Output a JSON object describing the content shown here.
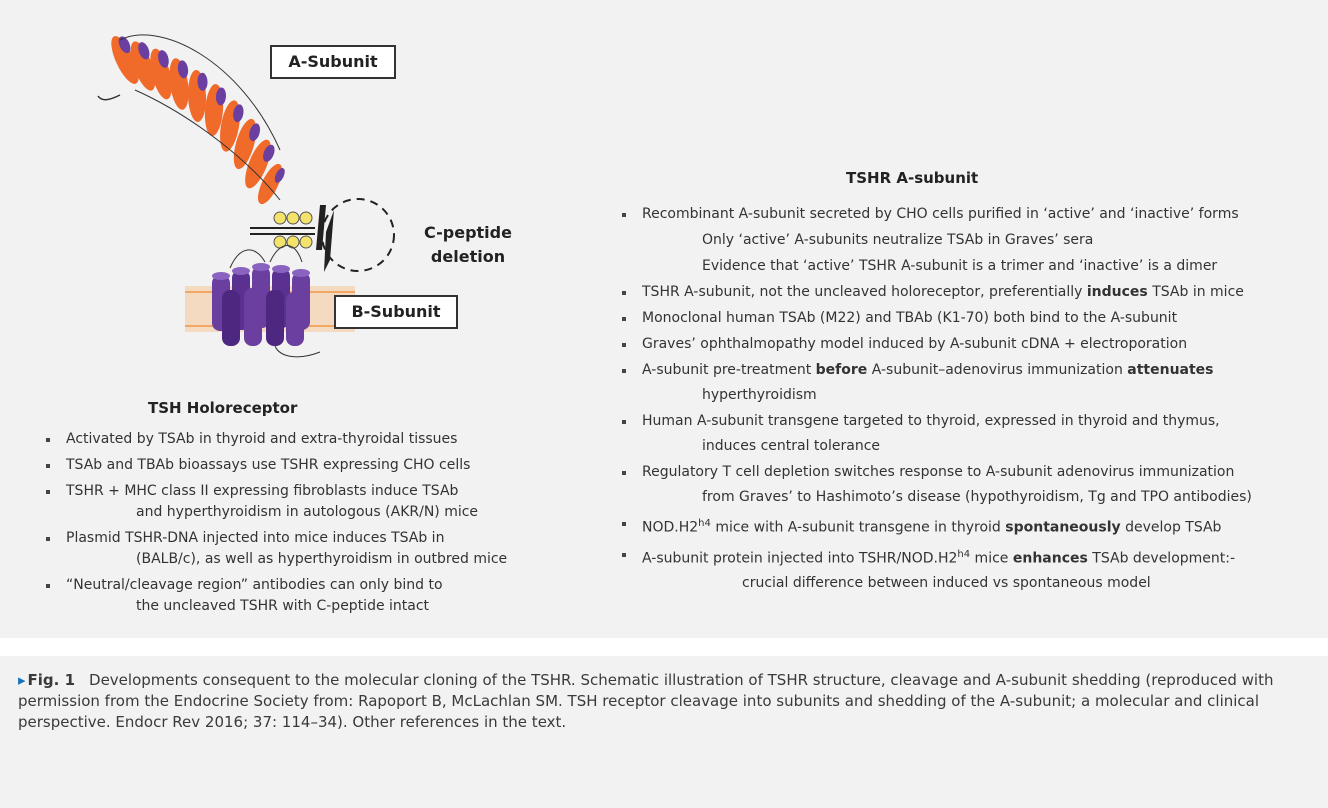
{
  "schematic": {
    "a_subunit_label": "A-Subunit",
    "b_subunit_label": "B-Subunit",
    "c_peptide_label_1": "C-peptide",
    "c_peptide_label_2": "deletion",
    "colors": {
      "helix_orange": "#f06a2a",
      "helix_purple": "#6a3fa0",
      "yellow_ring": "#f3e36b",
      "membrane": "#f7c79a"
    }
  },
  "holoreceptor": {
    "title": "TSH Holoreceptor",
    "items": [
      {
        "lines": [
          "Activated by TSAb in thyroid and extra-thyroidal tissues"
        ]
      },
      {
        "lines": [
          "TSAb and TBAb bioassays use TSHR expressing CHO cells"
        ]
      },
      {
        "lines": [
          "TSHR + MHC class II expressing fibroblasts induce TSAb",
          "and hyperthyroidism in autologous (AKR/N) mice"
        ]
      },
      {
        "lines": [
          "Plasmid TSHR-DNA injected into mice induces TSAb in",
          "(BALB/c), as well as hyperthyroidism in outbred mice"
        ]
      },
      {
        "lines": [
          "“Neutral/cleavage region” antibodies can only bind to",
          "the uncleaved TSHR with C-peptide intact"
        ]
      }
    ]
  },
  "a_subunit_section": {
    "title": "TSHR A-subunit",
    "items": {
      "i1": {
        "l1": "Recombinant A-subunit secreted by CHO cells purified in ‘active’ and ‘inactive’ forms",
        "l2": "Only ‘active’ A-subunits neutralize TSAb in Graves’ sera",
        "l3": "Evidence that ‘active’ TSHR A-subunit is a trimer and ‘inactive’ is a dimer"
      },
      "i2": {
        "pre": "TSHR A-subunit, not the uncleaved holoreceptor, preferentially ",
        "bold": "induces",
        "post": " TSAb in mice"
      },
      "i3": "Monoclonal human TSAb (M22) and TBAb (K1-70) both bind to the A-subunit",
      "i4": "Graves’ ophthalmopathy model induced by A-subunit cDNA + electroporation",
      "i5": {
        "pre": "A-subunit pre-treatment ",
        "bold1": "before",
        "mid": " A-subunit–adenovirus immunization ",
        "bold2": "attenuates",
        "l2": "hyperthyroidism"
      },
      "i6": {
        "l1": "Human A-subunit transgene targeted to thyroid, expressed in thyroid and thymus,",
        "l2": "induces central tolerance"
      },
      "i7": {
        "l1": "Regulatory T cell depletion switches response to A-subunit adenovirus immunization",
        "l2": "from Graves’ to Hashimoto’s disease (hypothyroidism, Tg and TPO antibodies)"
      },
      "i8": {
        "pre": "NOD.H2",
        "sup": "h4",
        "mid": " mice with A-subunit transgene in thyroid ",
        "bold": "spontaneously",
        "post": " develop TSAb"
      },
      "i9": {
        "pre": "A-subunit protein injected into TSHR/NOD.H2",
        "sup": "h4",
        "mid": " mice ",
        "bold": "enhances",
        "post": " TSAb development:-",
        "l2": "crucial difference between induced vs spontaneous model"
      }
    }
  },
  "caption": {
    "marker": "▸",
    "label": "Fig. 1",
    "text": "Developments consequent to the molecular cloning of the TSHR. Schematic illustration of TSHR structure, cleavage and A-subunit shedding (reproduced with permission from the Endocrine Society from: Rapoport B, McLachlan SM. TSH receptor cleavage into subunits and shedding of the A-subunit; a molecular and clinical perspective. Endocr Rev 2016; 37: 114–34). Other references in the text."
  }
}
